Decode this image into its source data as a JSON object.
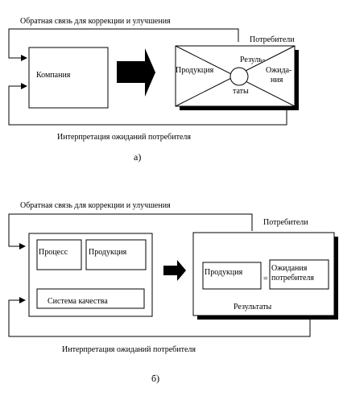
{
  "diagram_a": {
    "feedback": "Обратная связь для коррекции и улучшения",
    "consumers": "Потребители",
    "company": "Компания",
    "products": "Продукция",
    "results_part1": "Резуль-",
    "results_part2": "таты",
    "expectations_part1": "Ожида-",
    "expectations_part2": "ния",
    "interpretation": "Интерпретация ожиданий потребителя",
    "caption": "а)"
  },
  "diagram_b": {
    "feedback": "Обратная связь для коррекции и улучшения",
    "consumers": "Потребители",
    "process": "Процесс",
    "products": "Продукция",
    "quality_system": "Система качества",
    "products_inner": "Продукция",
    "equals": "=",
    "expectations_line1": "Ожидания",
    "expectations_line2": "потребителя",
    "results": "Результаты",
    "interpretation": "Интерпретация ожиданий потребителя",
    "caption": "б)"
  },
  "colors": {
    "stroke": "#000000",
    "background": "#ffffff"
  }
}
